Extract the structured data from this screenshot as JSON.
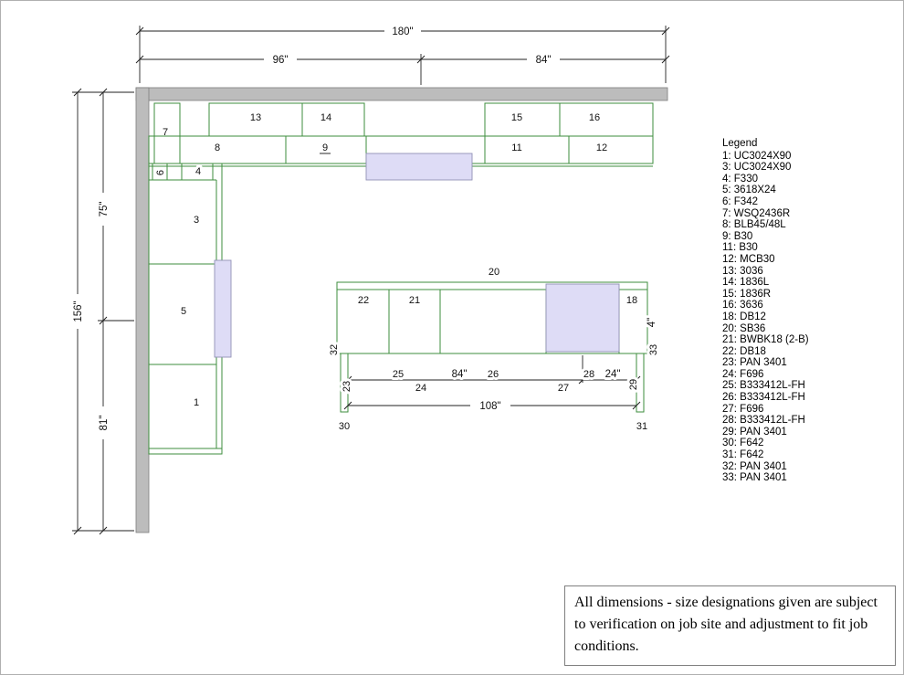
{
  "dims": {
    "total_width": "180\"",
    "left_width": "96\"",
    "right_width": "84\"",
    "total_height": "156\"",
    "upper_height": "75\"",
    "lower_height": "81\"",
    "island_total": "108\"",
    "island_main": "84\"",
    "island_right": "24\"",
    "island_side": "4\""
  },
  "cabinets": {
    "n1": "1",
    "n3": "3",
    "n4": "4",
    "n5": "5",
    "n6": "6",
    "n7": "7",
    "n8": "8",
    "n9": "9",
    "n11": "11",
    "n12": "12",
    "n13": "13",
    "n14": "14",
    "n15": "15",
    "n16": "16",
    "n18": "18",
    "n20": "20",
    "n21": "21",
    "n22": "22",
    "n23": "23",
    "n24": "24",
    "n25": "25",
    "n26": "26",
    "n27": "27",
    "n28": "28",
    "n29": "29",
    "n30": "30",
    "n31": "31",
    "n32": "32",
    "n33": "33"
  },
  "legend": {
    "title": "Legend",
    "items": [
      "1: UC3024X90",
      "3: UC3024X90",
      "4: F330",
      "5: 3618X24",
      "6: F342",
      "7: WSQ2436R",
      "8: BLB45/48L",
      "9: B30",
      "11: B30",
      "12: MCB30",
      "13: 3036",
      "14: 1836L",
      "15: 1836R",
      "16: 3636",
      "18: DB12",
      "20: SB36",
      "21: BWBK18 (2-B)",
      "22: DB18",
      "23: PAN 3401",
      "24: F696",
      "25: B333412L-FH",
      "26: B333412L-FH",
      "27: F696",
      "28: B333412L-FH",
      "29: PAN 3401",
      "30: F642",
      "31: F642",
      "32: PAN 3401",
      "33: PAN 3401"
    ]
  },
  "note": {
    "text": "All dimensions - size designations given are subject to verification on job site and adjustment to fit job conditions."
  }
}
